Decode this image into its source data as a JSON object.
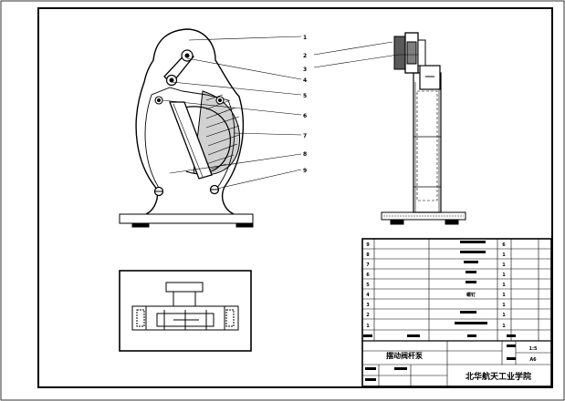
{
  "drawing": {
    "callouts": [
      "1",
      "2",
      "3",
      "4",
      "5",
      "6",
      "7",
      "8",
      "9"
    ]
  },
  "parts_list": {
    "rows": [
      {
        "no": "9",
        "qty": "6"
      },
      {
        "no": "8",
        "qty": "1"
      },
      {
        "no": "7",
        "qty": "1"
      },
      {
        "no": "6",
        "qty": "1"
      },
      {
        "no": "5",
        "qty": "1"
      },
      {
        "no": "4",
        "qty": "1"
      },
      {
        "no": "3",
        "qty": "1"
      },
      {
        "no": "2",
        "qty": "1"
      },
      {
        "no": "1",
        "qty": "1"
      }
    ],
    "row4_name": "螺钉"
  },
  "title_block": {
    "title": "摆动阀杆泵",
    "scale": "1:5",
    "sheet_size": "A6",
    "school": "北华航天工业学院"
  }
}
